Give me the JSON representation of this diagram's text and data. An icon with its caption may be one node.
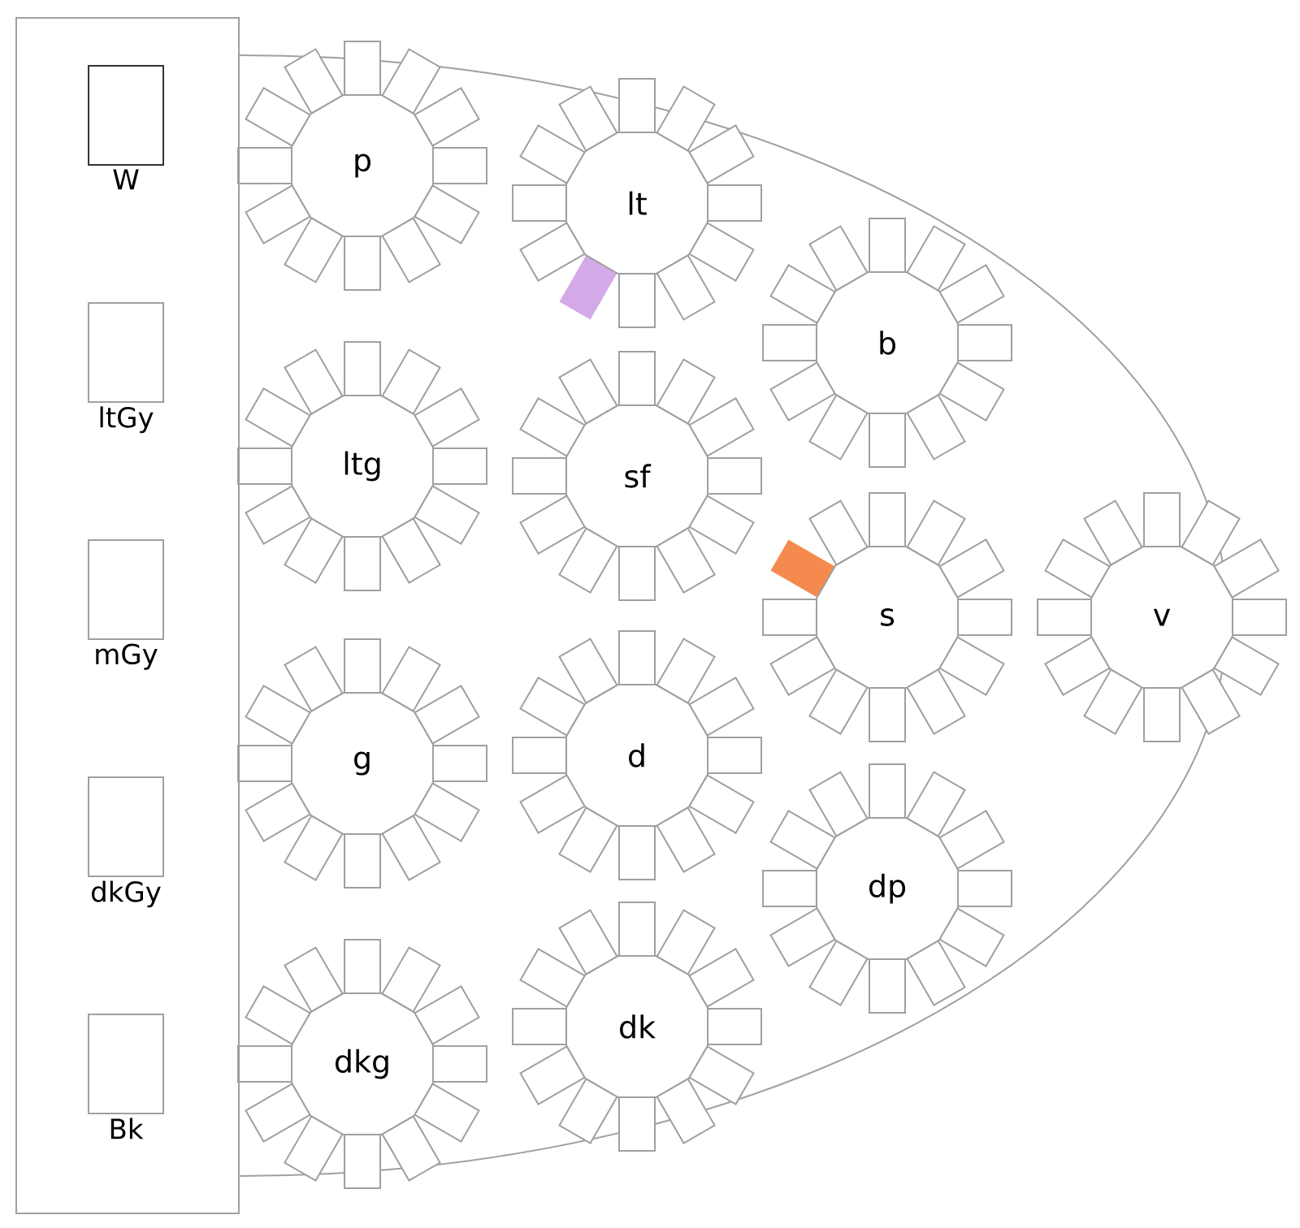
{
  "diagram": {
    "nodes": [
      {
        "text": [],
        "shape": "box"
      },
      {
        "text": [
          "W"
        ],
        "in": 0
      },
      {
        "text": [
          "ltGy"
        ],
        "in": 0
      },
      {
        "text": [
          "mGy"
        ],
        "in": 0
      },
      {
        "text": [
          "dkGy"
        ],
        "in": 0
      },
      {
        "text": [
          "Bk"
        ],
        "in": 0
      },
      {
        "text": [
          "p"
        ]
      },
      {
        "text": [
          "lt"
        ]
      },
      {
        "text": [
          "b"
        ]
      },
      {
        "text": [
          "ltg"
        ]
      },
      {
        "text": [
          "sf"
        ]
      },
      {
        "text": [
          "s"
        ]
      },
      {
        "text": [
          "v"
        ]
      },
      {
        "text": [
          "g"
        ]
      },
      {
        "text": [
          "d"
        ]
      },
      {
        "text": [
          "dp"
        ]
      },
      {
        "text": [
          "dkg"
        ]
      },
      {
        "text": [
          "dk"
        ]
      }
    ]
  }
}
